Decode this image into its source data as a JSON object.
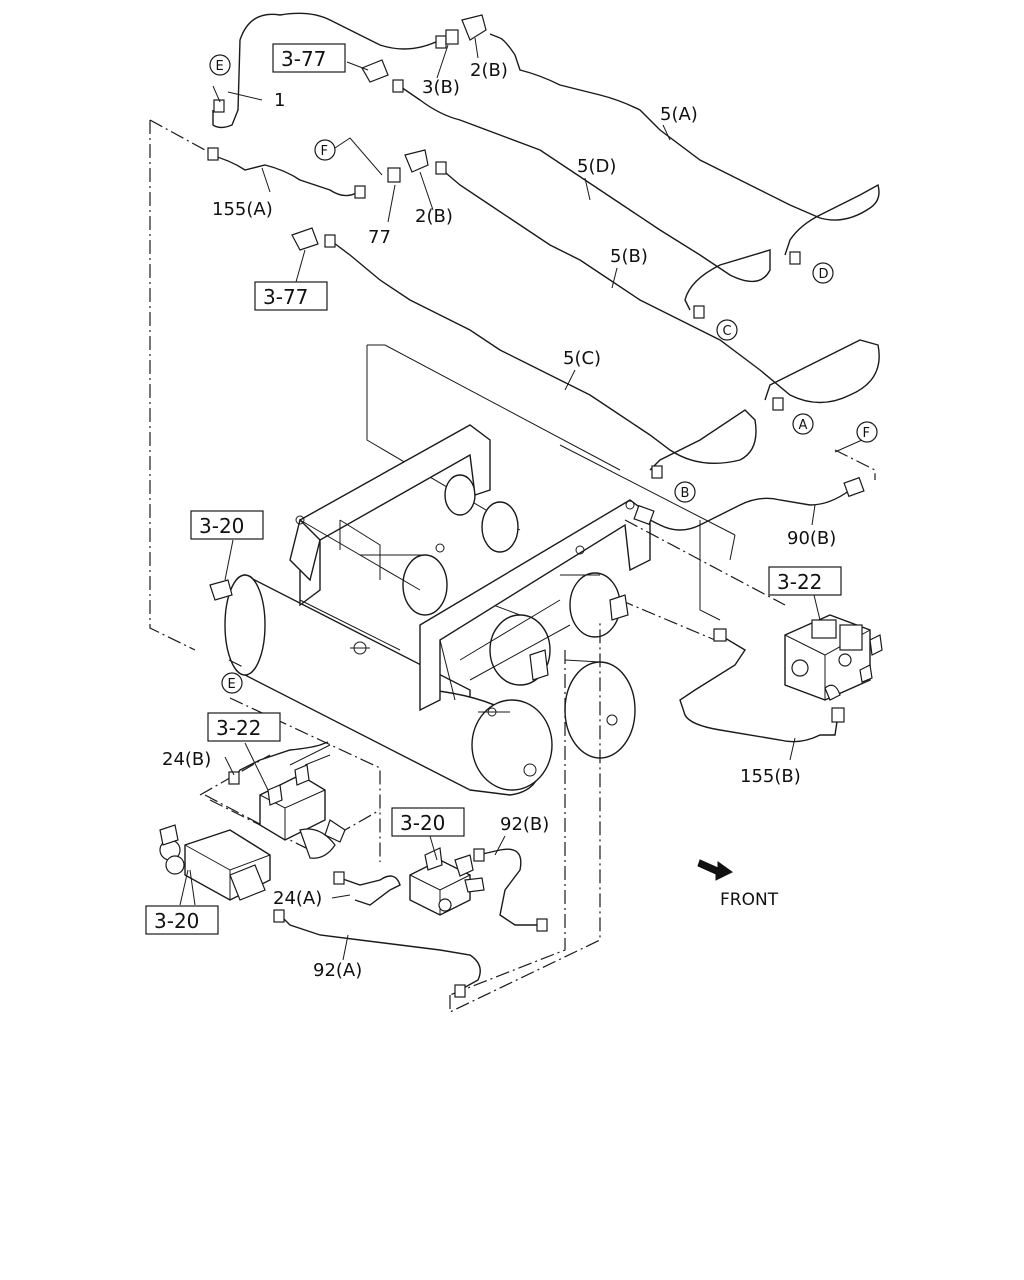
{
  "diagram": {
    "part_labels": {
      "p1": "1",
      "p2b_top": "2(B)",
      "p3b": "3(B)",
      "p5a": "5(A)",
      "p5d": "5(D)",
      "p5b": "5(B)",
      "p5c": "5(C)",
      "p155a": "155(A)",
      "p77": "77",
      "p2b_mid": "2(B)",
      "p90b": "90(B)",
      "p155b": "155(B)",
      "p24b": "24(B)",
      "p24a": "24(A)",
      "p92b": "92(B)",
      "p92a": "92(A)"
    },
    "reference_boxes": {
      "r377_top": "3-77",
      "r377_mid": "3-77",
      "r320_left": "3-20",
      "r322_right": "3-22",
      "r322_bottom": "3-22",
      "r320_bottom": "3-20",
      "r320_lower": "3-20"
    },
    "connection_markers": {
      "e_top": "E",
      "f_top": "F",
      "d": "D",
      "c": "C",
      "a": "A",
      "b": "B",
      "f_right": "F",
      "e_left": "E"
    },
    "direction_label": "FRONT"
  }
}
